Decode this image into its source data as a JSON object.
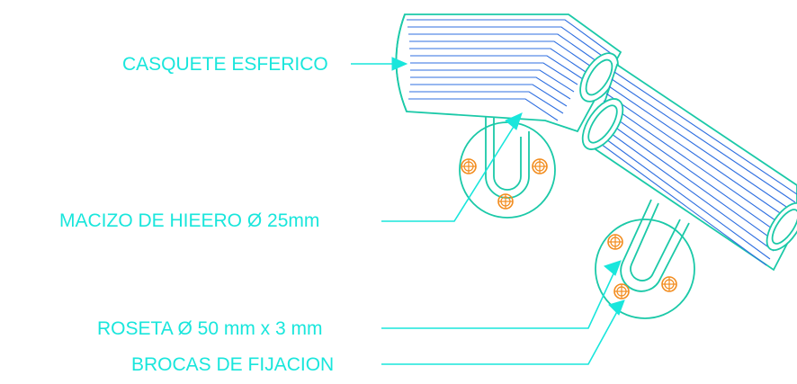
{
  "labels": {
    "casquete": "CASQUETE ESFERICO",
    "macizo": "MACIZO DE HIEERO Ø 25mm",
    "roseta": "ROSETA Ø 50 mm x 3 mm",
    "brocas": "BROCAS DE FIJACION"
  },
  "colors": {
    "label_cyan": "#19E6DC",
    "outline_green": "#1BC9A8",
    "hatch_blue": "#2F6FE0",
    "bolt_orange": "#F28C1E",
    "background": "#FFFFFF"
  }
}
